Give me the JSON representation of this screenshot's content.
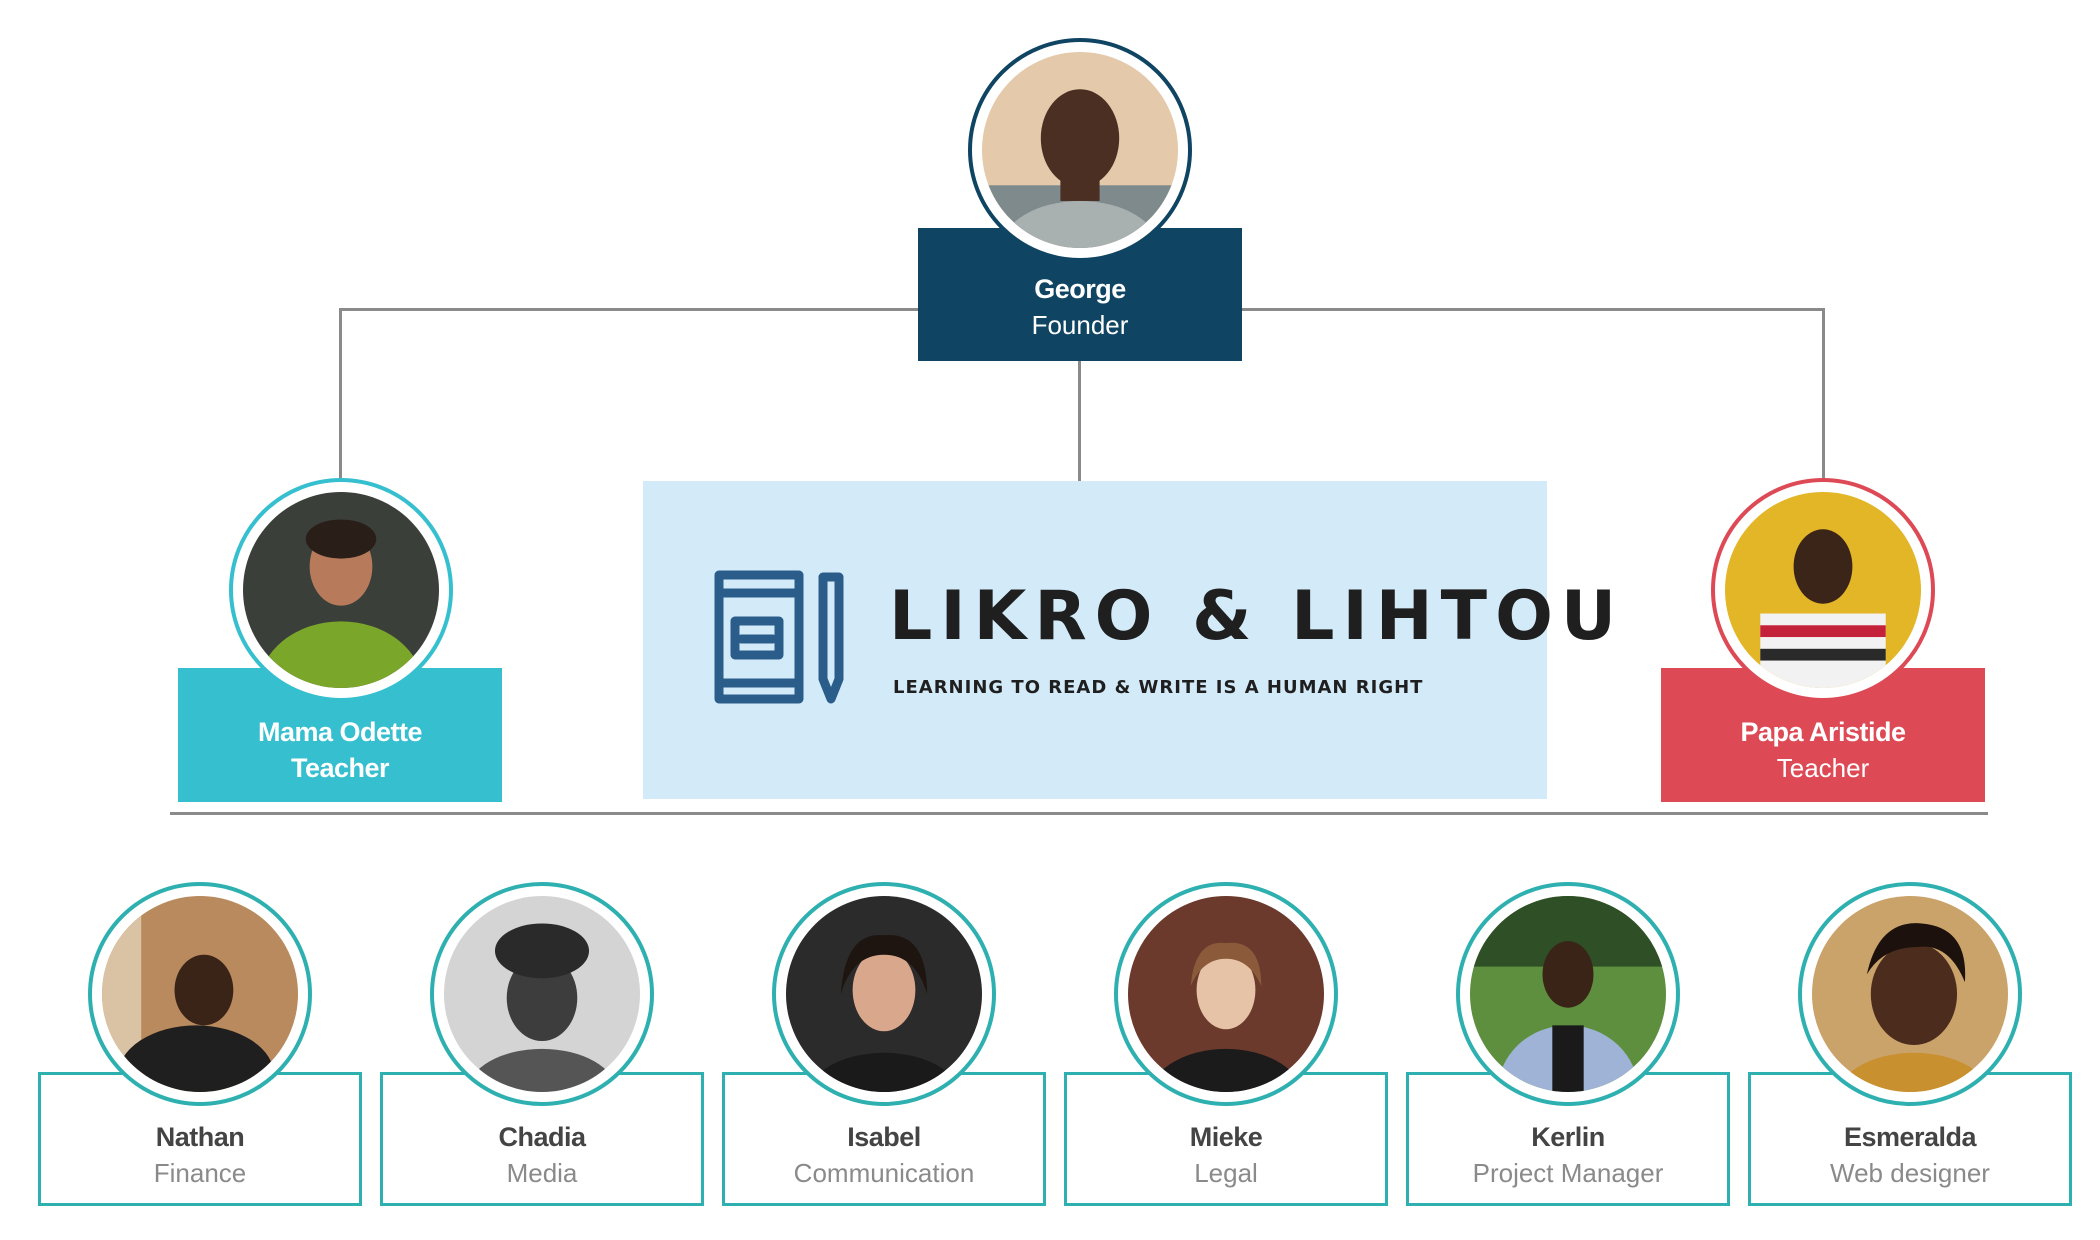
{
  "colors": {
    "founder": "#0f4563",
    "teacher_left": "#35bfcf",
    "teacher_right": "#dd4a55",
    "team_outline": "#2fb0b0",
    "connector": "#8a8a8a",
    "logo_panel": "#d3eaf9",
    "logo_ink": "#2a5d8a"
  },
  "founder": {
    "name": "George",
    "role": "Founder"
  },
  "teachers": [
    {
      "name": "Mama Odette",
      "role": "Teacher"
    },
    {
      "name": "Papa Aristide",
      "role": "Teacher"
    }
  ],
  "logo": {
    "title": "LIKRO & LIHTOU",
    "tagline": "LEARNING TO READ & WRITE IS A HUMAN RIGHT"
  },
  "team": [
    {
      "name": "Nathan",
      "role": "Finance"
    },
    {
      "name": "Chadia",
      "role": "Media"
    },
    {
      "name": "Isabel",
      "role": "Communication"
    },
    {
      "name": "Mieke",
      "role": "Legal"
    },
    {
      "name": "Kerlin",
      "role": "Project Manager"
    },
    {
      "name": "Esmeralda",
      "role": "Web designer"
    }
  ]
}
